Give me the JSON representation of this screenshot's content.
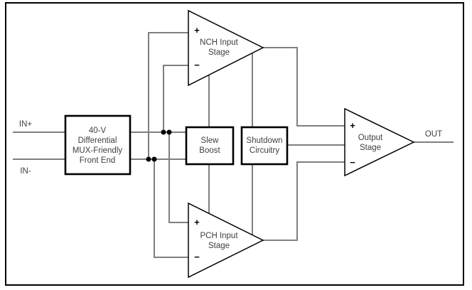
{
  "diagram": {
    "type": "functional-block-diagram",
    "ports": {
      "in_plus": "IN+",
      "in_minus": "IN-",
      "out": "OUT"
    },
    "glyphs": {
      "plus": "+",
      "minus": "−"
    },
    "blocks": {
      "front_end": {
        "lines": [
          "40-V",
          "Differential",
          "MUX-Friendly",
          "Front End"
        ]
      },
      "slew_boost": {
        "lines": [
          "Slew",
          "Boost"
        ]
      },
      "shutdown": {
        "lines": [
          "Shutdown",
          "Circuitry"
        ]
      },
      "nch_input_stage": {
        "lines": [
          "NCH Input",
          "Stage"
        ]
      },
      "pch_input_stage": {
        "lines": [
          "PCH Input",
          "Stage"
        ]
      },
      "output_stage": {
        "lines": [
          "Output",
          "Stage"
        ]
      }
    },
    "colors": {
      "wire": "#7f7f7f",
      "outline": "#000000",
      "text": "#3f3f3f",
      "background": "#ffffff"
    }
  }
}
